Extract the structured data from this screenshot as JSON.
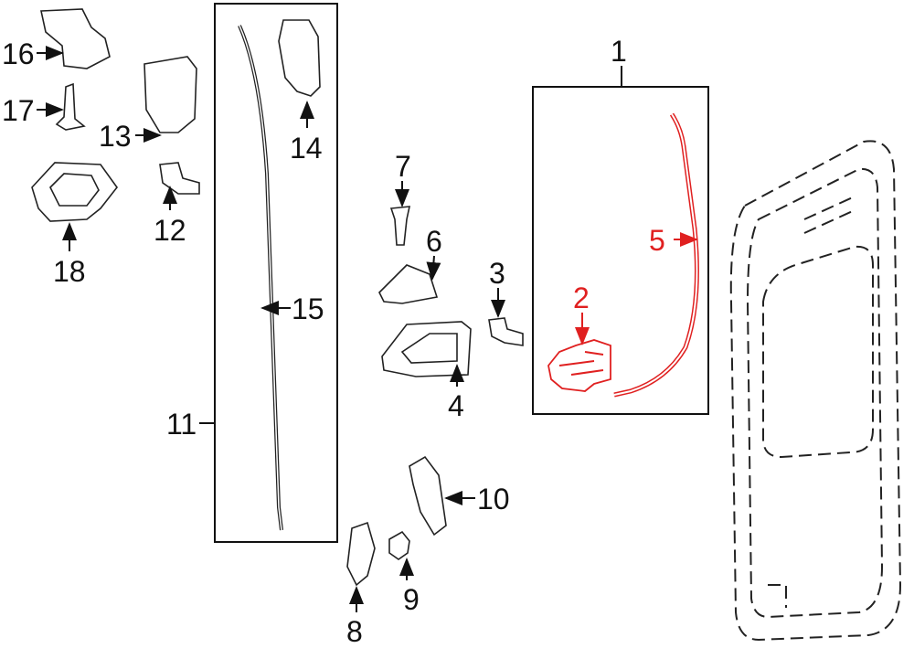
{
  "diagram": {
    "accent_color": "#e02020",
    "callouts": [
      {
        "id": "1",
        "text": "1",
        "highlighted": false
      },
      {
        "id": "2",
        "text": "2",
        "highlighted": true
      },
      {
        "id": "3",
        "text": "3",
        "highlighted": false
      },
      {
        "id": "4",
        "text": "4",
        "highlighted": false
      },
      {
        "id": "5",
        "text": "5",
        "highlighted": true
      },
      {
        "id": "6",
        "text": "6",
        "highlighted": false
      },
      {
        "id": "7",
        "text": "7",
        "highlighted": false
      },
      {
        "id": "8",
        "text": "8",
        "highlighted": false
      },
      {
        "id": "9",
        "text": "9",
        "highlighted": false
      },
      {
        "id": "10",
        "text": "10",
        "highlighted": false
      },
      {
        "id": "11",
        "text": "11",
        "highlighted": false
      },
      {
        "id": "12",
        "text": "12",
        "highlighted": false
      },
      {
        "id": "13",
        "text": "13",
        "highlighted": false
      },
      {
        "id": "14",
        "text": "14",
        "highlighted": false
      },
      {
        "id": "15",
        "text": "15",
        "highlighted": false
      },
      {
        "id": "16",
        "text": "16",
        "highlighted": false
      },
      {
        "id": "17",
        "text": "17",
        "highlighted": false
      },
      {
        "id": "18",
        "text": "18",
        "highlighted": false
      }
    ]
  }
}
